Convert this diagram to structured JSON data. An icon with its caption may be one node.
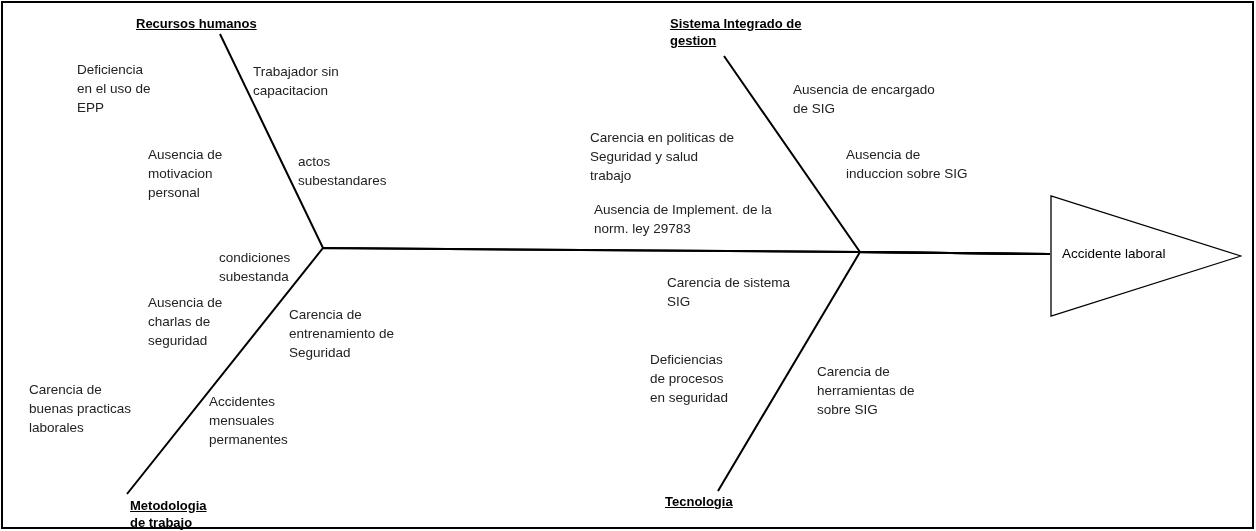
{
  "diagram": {
    "nodes": [
      {
        "text": [
          "Recursos humanos"
        ]
      },
      {
        "text": [
          "Sistema Integrado de gestion"
        ]
      },
      {
        "text": [
          "Accidente laboral"
        ]
      },
      {
        "text": [
          "Metodologia de trabajo"
        ]
      },
      {
        "text": [
          "Tecnologia"
        ]
      }
    ],
    "edges": [
      {
        "from": 0,
        "to": 2,
        "arrow": "none"
      },
      {
        "from": 3,
        "to": 2,
        "arrow": "none"
      },
      {
        "from": 1,
        "to": 2,
        "arrow": "none"
      },
      {
        "from": 4,
        "to": 2,
        "arrow": "none"
      }
    ],
    "labels": [
      "Deficiencia en el uso de EPP",
      "Trabajador sin capacitacion",
      "Ausencia de motivacion personal",
      "actos subestandares",
      "condiciones subestanda",
      "Ausencia de charlas de seguridad",
      "Carencia de entrenamiento de Seguridad",
      "Carencia de buenas practicas laborales",
      "Accidentes mensuales permanentes",
      "Carencia en politicas de Seguridad y salud trabajo",
      "Ausencia de encargado de SIG",
      "Ausencia de induccion sobre SIG",
      "Ausencia de Implement. de la norm. ley 29783",
      "Carencia de sistema SIG",
      "Deficiencias de procesos en seguridad",
      "Carencia de herramientas de sobre SIG"
    ]
  }
}
